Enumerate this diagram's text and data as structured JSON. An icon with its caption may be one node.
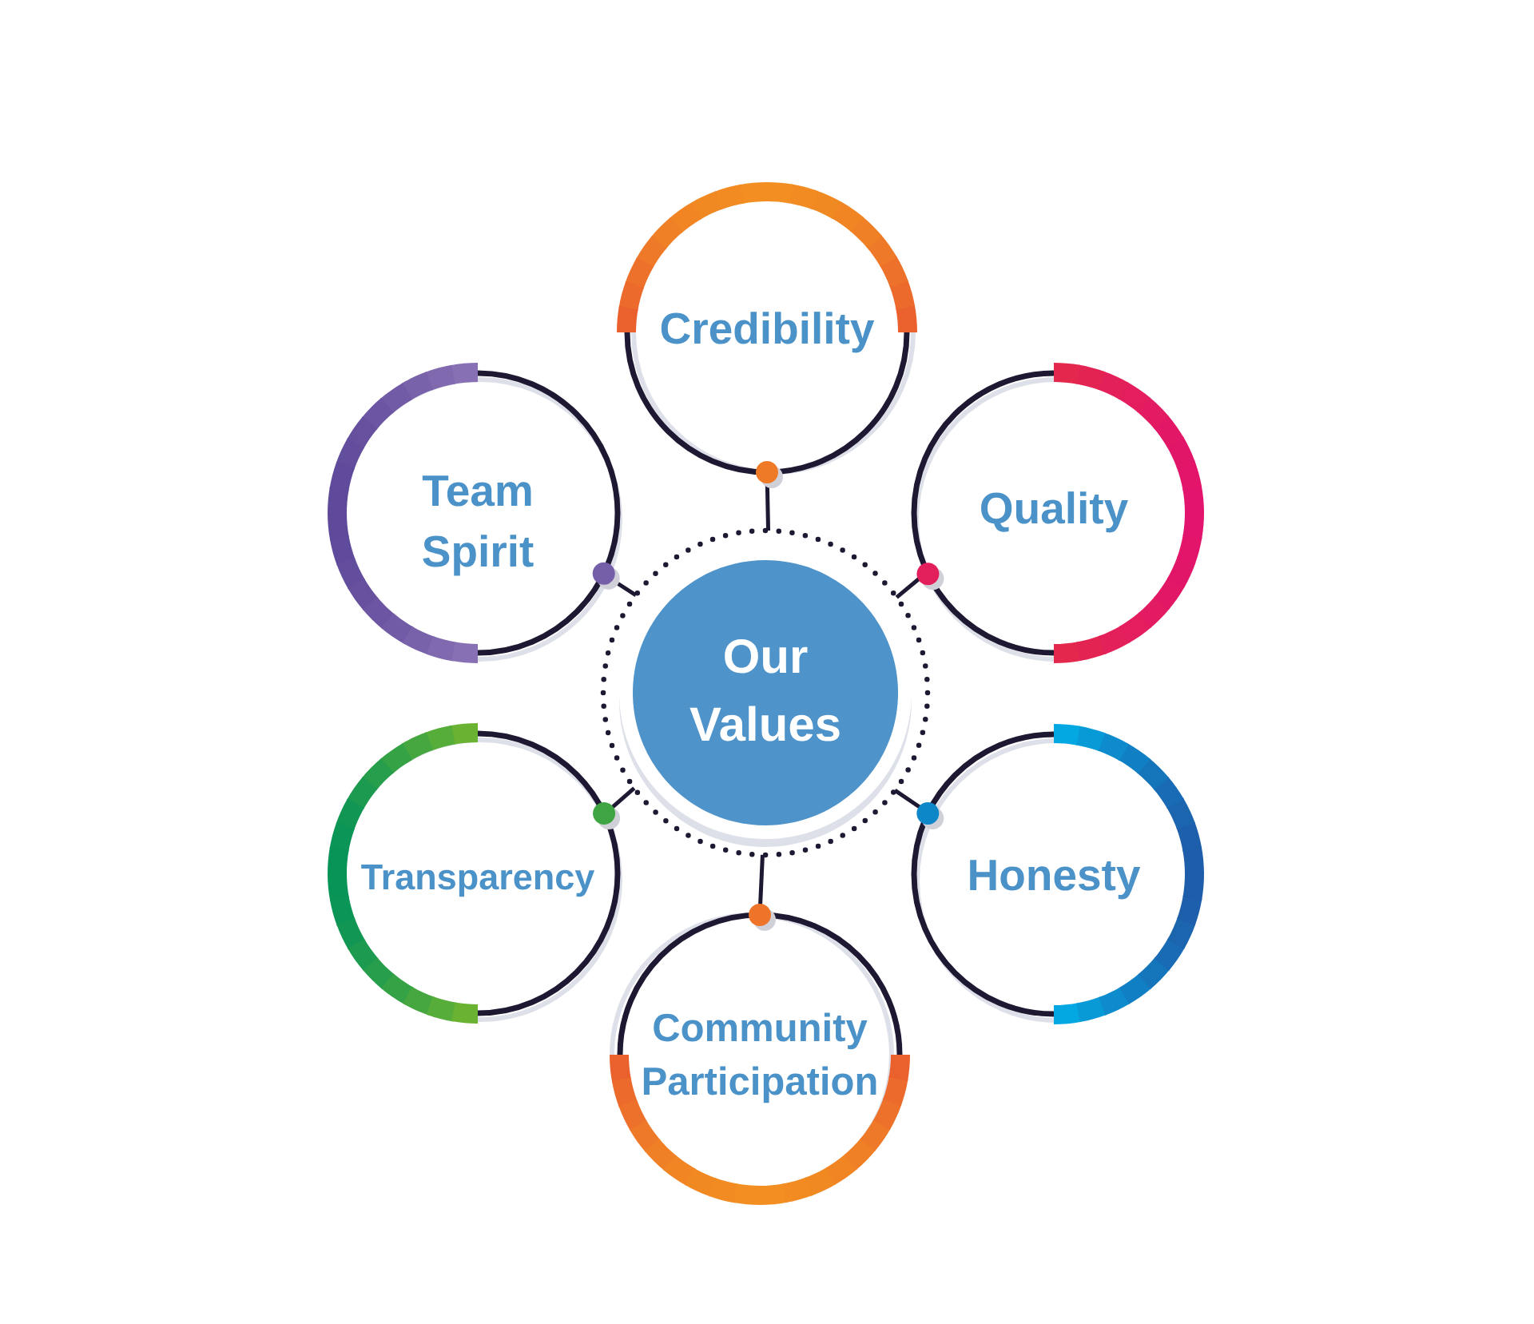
{
  "diagram": {
    "nodes": [
      {
        "text": [],
        "shape": "circle"
      },
      {
        "text": [
          "Our Values"
        ],
        "in": 0
      },
      {
        "text": [
          "Credibility"
        ]
      },
      {
        "text": [
          "Quality"
        ]
      },
      {
        "text": [
          "Honesty"
        ]
      },
      {
        "text": [
          "Community Participation"
        ]
      },
      {
        "text": [
          "Transparency"
        ]
      },
      {
        "text": [
          "Team Spirit"
        ]
      }
    ],
    "edges": [
      {
        "from": 0,
        "to": 2,
        "arrow": "other"
      },
      {
        "from": 0,
        "to": 3,
        "arrow": "other"
      },
      {
        "from": 0,
        "to": 4,
        "arrow": "other"
      },
      {
        "from": 0,
        "to": 5,
        "arrow": "other"
      },
      {
        "from": 0,
        "to": 6,
        "arrow": "other"
      },
      {
        "from": 0,
        "to": 7,
        "arrow": "other"
      }
    ]
  }
}
